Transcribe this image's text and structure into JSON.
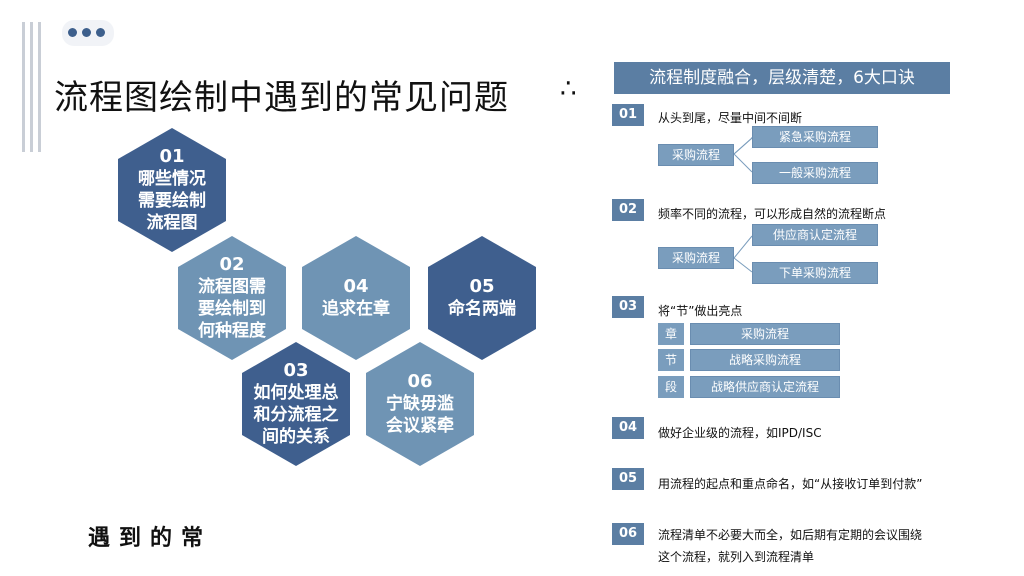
{
  "title": "流程图绘制中遇到的常见问题",
  "title_symbol": "∴",
  "caption": "遇到的常",
  "hexagons": [
    {
      "num": "01",
      "text": "哪些情况\n需要绘制\n流程图"
    },
    {
      "num": "02",
      "text": "流程图需\n要绘制到\n何种程度"
    },
    {
      "num": "03",
      "text": "如何处理总\n和分流程之\n间的关系"
    },
    {
      "num": "04",
      "text": "追求在章"
    },
    {
      "num": "05",
      "text": "命名两端"
    },
    {
      "num": "06",
      "text": "宁缺毋滥\n会议紧牵"
    }
  ],
  "panel": {
    "header": "流程制度融合，层级清楚，6大口诀",
    "items": [
      {
        "num": "01",
        "text": "从头到尾，尽量中间不间断"
      },
      {
        "num": "02",
        "text": "频率不同的流程，可以形成自然的流程断点"
      },
      {
        "num": "03",
        "text": "将“节”做出亮点"
      },
      {
        "num": "04",
        "text": "做好企业级的流程，如IPD/ISC"
      },
      {
        "num": "05",
        "text": "用流程的起点和重点命名，如“从接收订单到付款”"
      },
      {
        "num": "06",
        "text": "流程清单不必要大而全，如后期有定期的会议围绕",
        "text2": "这个流程，就列入到流程清单"
      }
    ],
    "diagram1": {
      "root": "采购流程",
      "children": [
        "紧急采购流程",
        "一般采购流程"
      ]
    },
    "diagram2": {
      "root": "采购流程",
      "children": [
        "供应商认定流程",
        "下单采购流程"
      ]
    },
    "levels": [
      {
        "label": "章",
        "value": "采购流程"
      },
      {
        "label": "节",
        "value": "战略采购流程"
      },
      {
        "label": "段",
        "value": "战略供应商认定流程"
      }
    ]
  }
}
